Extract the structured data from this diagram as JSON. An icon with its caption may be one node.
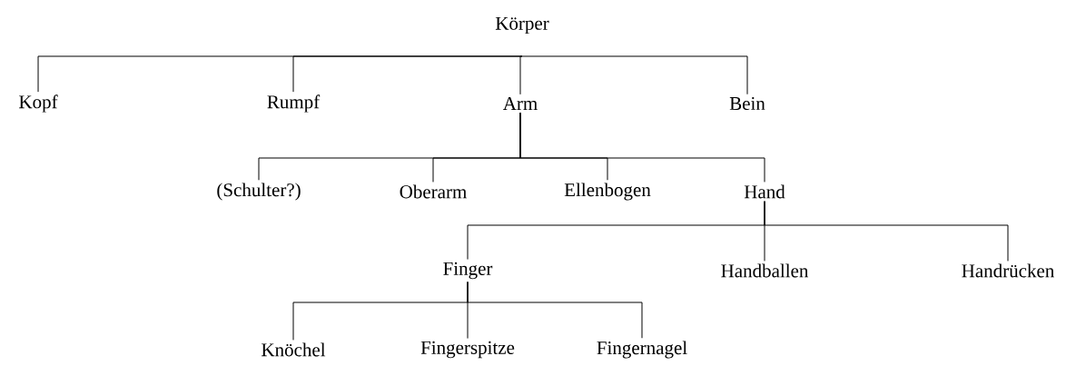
{
  "diagram": {
    "nodes": [
      {
        "text": [
          "Körper"
        ]
      },
      {
        "text": [
          "Kopf"
        ]
      },
      {
        "text": [
          "Rumpf"
        ]
      },
      {
        "text": [
          "Arm"
        ]
      },
      {
        "text": [
          "Bein"
        ]
      },
      {
        "text": [
          "(Schulter?)"
        ]
      },
      {
        "text": [
          "Oberarm"
        ]
      },
      {
        "text": [
          "Ellenbogen"
        ]
      },
      {
        "text": [
          "Hand"
        ]
      },
      {
        "text": [
          "Finger"
        ]
      },
      {
        "text": [
          "Handballen"
        ]
      },
      {
        "text": [
          "Handrücken"
        ]
      },
      {
        "text": [
          "Knöchel"
        ]
      },
      {
        "text": [
          "Fingerspitze"
        ]
      },
      {
        "text": [
          "Fingernagel"
        ]
      }
    ],
    "edges": [
      {
        "from": 0,
        "to": 1,
        "arrow": "none"
      },
      {
        "from": 0,
        "to": 2,
        "arrow": "none"
      },
      {
        "from": 0,
        "to": 3,
        "arrow": "none"
      },
      {
        "from": 0,
        "to": 4,
        "arrow": "none"
      },
      {
        "from": 3,
        "to": 5,
        "arrow": "none"
      },
      {
        "from": 3,
        "to": 6,
        "arrow": "none"
      },
      {
        "from": 3,
        "to": 7,
        "arrow": "none"
      },
      {
        "from": 3,
        "to": 8,
        "arrow": "none"
      },
      {
        "from": 8,
        "to": 9,
        "arrow": "none"
      },
      {
        "from": 8,
        "to": 10,
        "arrow": "none"
      },
      {
        "from": 8,
        "to": 11,
        "arrow": "none"
      },
      {
        "from": 9,
        "to": 12,
        "arrow": "none"
      },
      {
        "from": 9,
        "to": 13,
        "arrow": "none"
      },
      {
        "from": 9,
        "to": 14,
        "arrow": "none"
      }
    ]
  }
}
